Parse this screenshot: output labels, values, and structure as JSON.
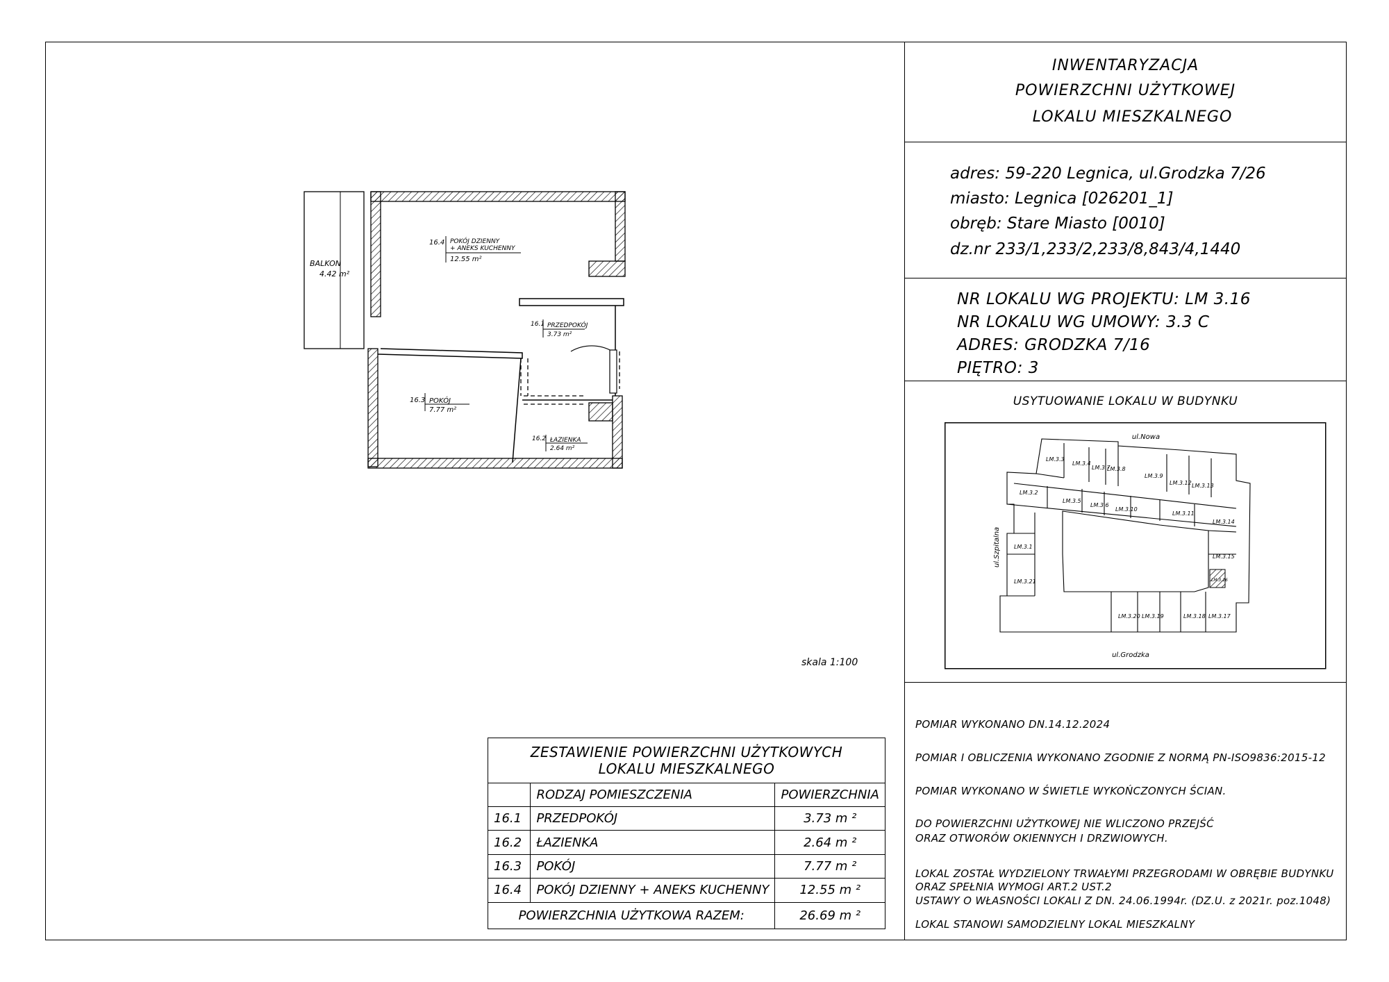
{
  "header": {
    "line1": "INWENTARYZACJA",
    "line2": "POWIERZCHNI UŻYTKOWEJ",
    "line3": "LOKALU MIESZKALNEGO"
  },
  "address": {
    "adres": "adres: 59-220 Legnica, ul.Grodzka 7/26",
    "miasto": "miasto: Legnica [026201_1]",
    "obreb": "obręb: Stare Miasto [0010]",
    "dz": "dz.nr 233/1,233/2,233/8,843/4,1440"
  },
  "lokal": {
    "projekt": "NR LOKALU WG PROJEKTU: LM 3.16",
    "umowa": "NR LOKALU WG UMOWY: 3.3 C",
    "adres": "ADRES: GRODZKA 7/16",
    "pietro": "PIĘTRO: 3"
  },
  "location_title": "USYTUOWANIE LOKALU W BUDYNKU",
  "site_plan": {
    "street_top": "ul.Nowa",
    "street_bottom": "ul.Grodzka",
    "street_left": "ul.Szpitalna",
    "units": [
      "LM.3.3",
      "LM.3.4",
      "LM.3.7",
      "LM.3.8",
      "LM.3.9",
      "LM.3.12",
      "LM.3.13",
      "LM.3.2",
      "LM.3.5",
      "LM.3.6",
      "LM.3.10",
      "LM.3.11",
      "LM.3.14",
      "LM.3.1",
      "LM.3.15",
      "LM.3.21",
      "LM.3.16",
      "LM.3.20",
      "LM.3.19",
      "LM.3.18",
      "LM.3.17"
    ]
  },
  "notes": [
    "POMIAR WYKONANO DN.14.12.2024",
    "POMIAR I OBLICZENIA WYKONANO ZGODNIE  Z  NORMĄ  PN-ISO9836:2015-12",
    "POMIAR  WYKONANO  W  ŚWIETLE  WYKOŃCZONYCH  ŚCIAN.",
    "DO  POWIERZCHNI UŻYTKOWEJ  NIE  WLICZONO  PRZEJŚĆ",
    "ORAZ  OTWORÓW  OKIENNYCH  I DRZWIOWYCH.",
    "LOKAL  ZOSTAŁ WYDZIELONY  TRWAŁYMI PRZEGRODAMI W  OBRĘBIE  BUDYNKU",
    "ORAZ  SPEŁNIA  WYMOGI ART.2  UST.2",
    "USTAWY  O  WŁASNOŚCI LOKALI Z  DN. 24.06.1994r. (DZ.U. z  2021r. poz.1048)",
    "LOKAL  STANOWI SAMODZIELNY  LOKAL  MIESZKALNY"
  ],
  "scale": "skala 1:100",
  "floorplan": {
    "balkon_name": "BALKON",
    "balkon_area": "4.42  m²",
    "r164_no": "16.4",
    "r164_name1": "POKÓJ DZIENNY",
    "r164_name2": "+ ANEKS KUCHENNY",
    "r164_area": "12.55  m²",
    "r161_no": "16.1",
    "r161_name": "PRZEDPOKÓJ",
    "r161_area": "3.73 m²",
    "r163_no": "16.3",
    "r163_name": "POKÓJ",
    "r163_area": "7.77  m²",
    "r162_no": "16.2",
    "r162_name": "ŁAZIENKA",
    "r162_area": "2.64 m²"
  },
  "summary": {
    "title1": "ZESTAWIENIE  POWIERZCHNI UŻYTKOWYCH",
    "title2": "LOKALU  MIESZKALNEGO",
    "col_type": "RODZAJ  POMIESZCZENIA",
    "col_area": "POWIERZCHNIA",
    "rows": [
      {
        "no": "16.1",
        "name": "PRZEDPOKÓJ",
        "area": "3.73 m ²"
      },
      {
        "no": "16.2",
        "name": "ŁAZIENKA",
        "area": "2.64 m ²"
      },
      {
        "no": "16.3",
        "name": "POKÓJ",
        "area": "7.77  m ²"
      },
      {
        "no": "16.4",
        "name": "POKÓJ  DZIENNY  + ANEKS  KUCHENNY",
        "area": "12.55 m ²"
      }
    ],
    "total_label": "POWIERZCHNIA  UŻYTKOWA  RAZEM:",
    "total_area": "26.69 m ²"
  }
}
